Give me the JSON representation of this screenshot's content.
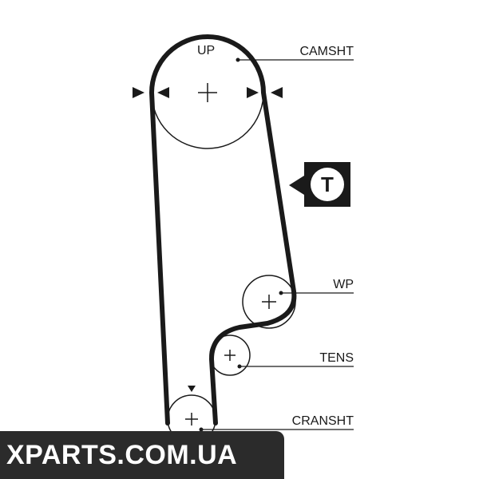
{
  "labels": {
    "up": "UP",
    "camshaft": "CAMSHT",
    "water_pump": "WP",
    "tensioner": "TENS",
    "crankshaft": "CRANSHT",
    "timing_mark": "T"
  },
  "watermark": "XPARTS.COM.UA",
  "colors": {
    "line": "#1a1a1a",
    "watermark_bg": "#2b2b2b",
    "watermark_text": "#ffffff"
  }
}
